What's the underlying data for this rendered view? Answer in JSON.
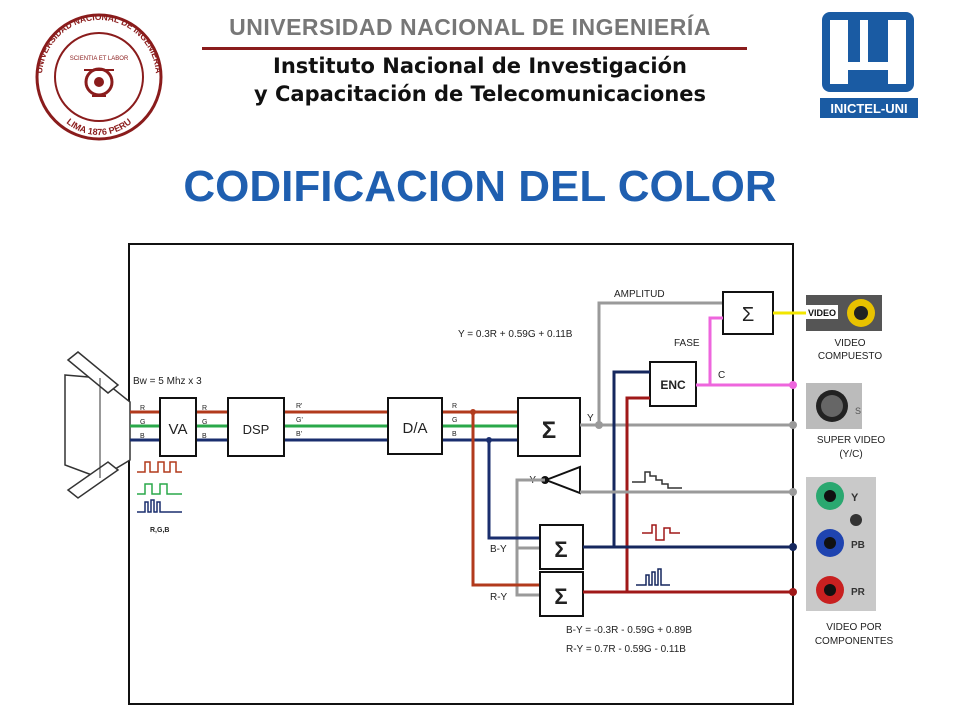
{
  "header": {
    "university": "UNIVERSIDAD NACIONAL DE INGENIERÍA",
    "institute_line1": "Instituto Nacional de Investigación",
    "institute_line2": "y Capacitación de Telecomunicaciones",
    "seal": {
      "ring_top": "UNIVERSIDAD NACIONAL DE INGENIERIA",
      "ring_bottom": "LIMA 1876 PERU",
      "inner": "SCIENTIA ET LABOR"
    },
    "logo_text": "INICTEL-UNI"
  },
  "title": "CODIFICACION DEL COLOR",
  "diagram": {
    "bandwidth": "Bw = 5 Mhz x 3",
    "blocks": {
      "va": "VA",
      "dsp": "DSP",
      "da": "D/A",
      "sum_main": "Σ",
      "sum_top": "Σ",
      "enc": "ENC",
      "sum_by": "Σ",
      "sum_ry": "Σ"
    },
    "rgb": [
      "R",
      "G",
      "B"
    ],
    "rgb_prime": [
      "R'",
      "G'",
      "B'"
    ],
    "rgb_caption": "R,G,B",
    "labels": {
      "amplitud": "AMPLITUD",
      "fase": "FASE",
      "c": "C",
      "y": "Y",
      "neg_y": "-Y",
      "by": "B-Y",
      "ry": "R-Y"
    },
    "formula_y": "Y = 0.3R + 0.59G + 0.11B",
    "formula_by": "B-Y = -0.3R - 0.59G + 0.89B",
    "formula_ry": "R-Y = 0.7R - 0.59G - 0.11B",
    "outputs": {
      "composite_connector": "VIDEO",
      "composite_label1": "VIDEO",
      "composite_label2": "COMPUESTO",
      "svideo_connector": "S",
      "svideo_label1": "SUPER VIDEO",
      "svideo_label2": "(Y/C)",
      "comp_y": "Y",
      "comp_pb": "PB",
      "comp_pr": "PR",
      "component_label1": "VIDEO POR",
      "component_label2": "COMPONENTES"
    },
    "colors": {
      "red": "#b23a1c",
      "green": "#2aa84a",
      "blue": "#1a2e6e",
      "gray": "#9a9a9a",
      "darkred": "#a01818",
      "navy": "#15275e",
      "yellow": "#f2e600",
      "magenta": "#ee66dd",
      "title": "#1f5fb0"
    }
  }
}
